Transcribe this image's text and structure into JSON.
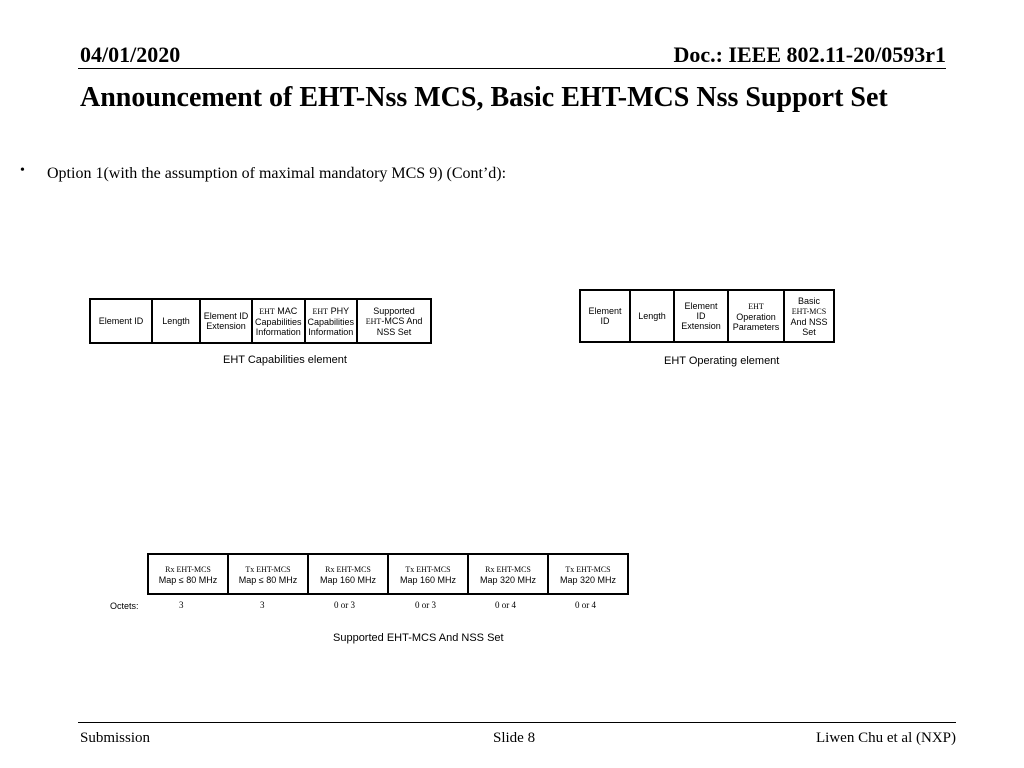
{
  "header": {
    "date": "04/01/2020",
    "doc": "Doc.: IEEE 802.11-20/0593r1"
  },
  "title": "Announcement of EHT-Nss MCS, Basic EHT-MCS Nss Support Set",
  "bullet": {
    "marker": "•",
    "text": "Option 1(with the assumption of maximal mandatory MCS 9) (Cont’d):"
  },
  "capabilities_element": {
    "fields": [
      {
        "line1": "Element ID"
      },
      {
        "line1": "Length"
      },
      {
        "line1": "Element ID",
        "line2": "Extension"
      },
      {
        "prefix": "EHT",
        "line1": "MAC",
        "line2": "Capabilities",
        "line3": "Information"
      },
      {
        "prefix": "EHT",
        "line1": "PHY",
        "line2": "Capabilities",
        "line3": "Information"
      },
      {
        "line1": "Supported",
        "prefix2": "EHT",
        "line2": "-MCS And",
        "line3": "NSS Set"
      }
    ],
    "caption": "EHT Capabilities element"
  },
  "operating_element": {
    "fields": [
      {
        "line1": "Element",
        "line2": "ID"
      },
      {
        "line1": "Length"
      },
      {
        "line1": "Element",
        "line2": "ID",
        "line3": "Extension"
      },
      {
        "prefix": "EHT",
        "line1": "Operation",
        "line2": "Parameters"
      },
      {
        "line1": "Basic",
        "prefix2": "EHT-MCS",
        "line2": "And NSS",
        "line3": "Set"
      }
    ],
    "caption": "EHT Operating element"
  },
  "mcs_nss_set": {
    "fields": [
      {
        "prefix": "Rx EHT-MCS",
        "line2": "Map ≤ 80 MHz"
      },
      {
        "prefix": "Tx EHT-MCS",
        "line2": "Map ≤ 80 MHz"
      },
      {
        "prefix": "Rx EHT-MCS",
        "line2": "Map 160 MHz"
      },
      {
        "prefix": "Tx EHT-MCS",
        "line2": "Map 160 MHz"
      },
      {
        "prefix": "Rx EHT-MCS",
        "line2": "Map 320 MHz"
      },
      {
        "prefix": "Tx EHT-MCS",
        "line2": "Map 320 MHz"
      }
    ],
    "octets_label": "Octets:",
    "octets": [
      "3",
      "3",
      "0 or 3",
      "0 or 3",
      "0 or 4",
      "0 or 4"
    ],
    "caption": "Supported EHT-MCS And NSS Set"
  },
  "footer": {
    "left": "Submission",
    "center": "Slide 8",
    "right": "Liwen Chu et al (NXP)"
  }
}
